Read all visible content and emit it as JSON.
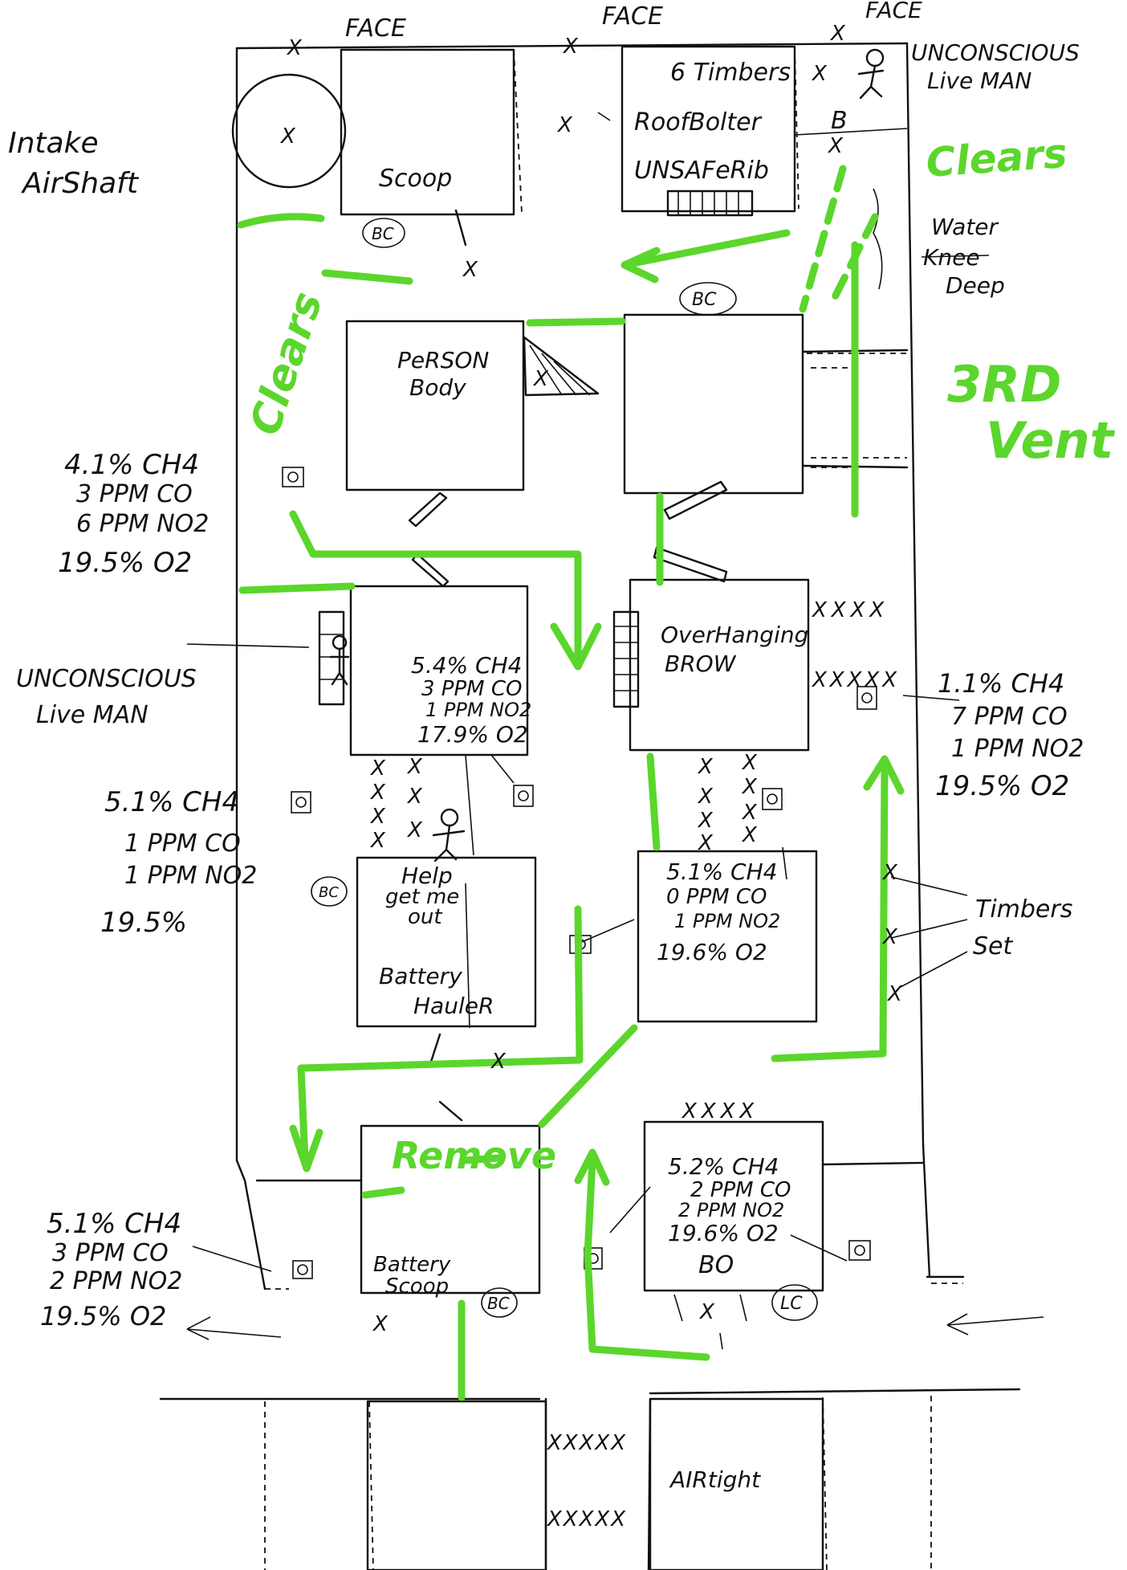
{
  "diagram": {
    "faces": [
      "FACE",
      "FACE",
      "FACE"
    ],
    "intake": [
      "Intake",
      "AirShaft"
    ],
    "unconscious_top": [
      "UNCONSCIOUS",
      "Live MAN"
    ],
    "timbers_top": "6 Timbers",
    "roof_bolter": "RoofBolter",
    "unsafe_rib": "UNSAFeRib",
    "scoop": "Scoop",
    "water": [
      "Water",
      "Knee",
      "Deep"
    ],
    "clears": [
      "Clears",
      "Clears"
    ],
    "third_vent": [
      "3RD",
      "Vent"
    ],
    "person_body": [
      "PeRSON",
      "Body"
    ],
    "gas_left_top": [
      "4.1% CH4",
      "3 PPM CO",
      "6 PPM NO2",
      "19.5% O2"
    ],
    "gas_center_left": [
      "5.4% CH4",
      "3 PPM CO",
      "1 PPM NO2",
      "17.9% O2"
    ],
    "unconscious_left": [
      "UNCONSCIOUS",
      "Live MAN"
    ],
    "overhanging_brow": [
      "OverHanging",
      "BROW"
    ],
    "gas_right": [
      "1.1% CH4",
      "7 PPM CO",
      "1 PPM NO2",
      "19.5% O2"
    ],
    "gas_left_mid": [
      "5.1% CH4",
      "1 PPM CO",
      "1 PPM NO2",
      "19.5%"
    ],
    "help": [
      "Help",
      "get me",
      "out"
    ],
    "battery_hauler": [
      "Battery",
      "HauleR"
    ],
    "gas_center_right": [
      "5.1% CH4",
      "0 PPM CO",
      "1 PPM NO2",
      "19.6% O2"
    ],
    "timbers_set": [
      "Timbers",
      "Set"
    ],
    "remove": "Remove",
    "gas_left_bottom": [
      "5.1% CH4",
      "3 PPM CO",
      "2 PPM NO2",
      "19.5% O2"
    ],
    "battery_scoop": [
      "Battery",
      "Scoop"
    ],
    "gas_bottom_right": [
      "5.2% CH4",
      "2 PPM CO",
      "2 PPM NO2",
      "19.6% O2"
    ],
    "bo": "BO",
    "bc": "BC",
    "lc": "LC",
    "airtight": "AIRtight",
    "x_marks": "X",
    "x_row4": "XXXX",
    "x_row5": "XXXXX"
  }
}
